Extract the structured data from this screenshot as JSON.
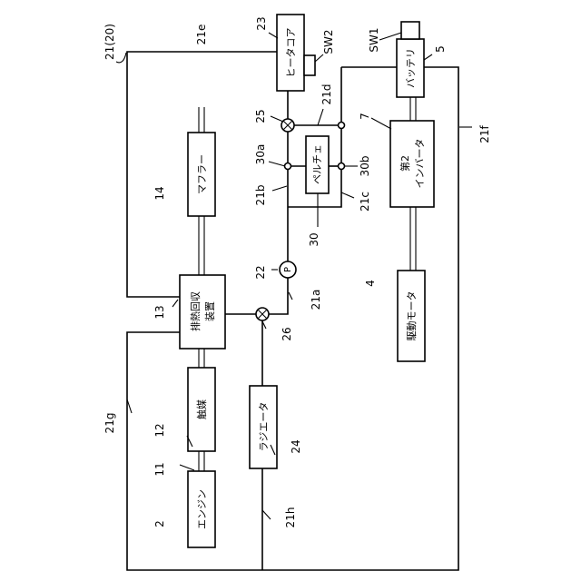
{
  "system_label": "21(20)",
  "components": {
    "heater_core": {
      "ref": "23",
      "text": "ヒータコア"
    },
    "sw2": {
      "ref": "SW2"
    },
    "battery": {
      "ref": "5",
      "text": "バッテリ"
    },
    "sw1": {
      "ref": "SW1"
    },
    "inverter": {
      "ref": "7",
      "text_line1": "第2",
      "text_line2": "インバータ"
    },
    "peltier": {
      "ref": "30",
      "text": "ペルチェ"
    },
    "peltier_a": {
      "ref": "30a"
    },
    "peltier_b": {
      "ref": "30b"
    },
    "muffler": {
      "ref": "14",
      "text": "マフラー"
    },
    "heat_recovery": {
      "ref": "13",
      "text_line1": "排熱回収",
      "text_line2": "装置"
    },
    "pump": {
      "ref": "22",
      "text": "P"
    },
    "valve_25": {
      "ref": "25"
    },
    "valve_26": {
      "ref": "26"
    },
    "motor": {
      "ref": "4",
      "text": "駆動モータ"
    },
    "catalyst": {
      "ref": "12",
      "text": "触媒"
    },
    "radiator": {
      "ref": "24",
      "text": "ラジエータ"
    },
    "engine": {
      "ref": "2",
      "text": "エンジン"
    },
    "ref_11": {
      "ref": "11"
    }
  },
  "pipes": {
    "e": "21e",
    "d": "21d",
    "f": "21f",
    "b": "21b",
    "c": "21c",
    "a": "21a",
    "g": "21g",
    "h": "21h"
  }
}
